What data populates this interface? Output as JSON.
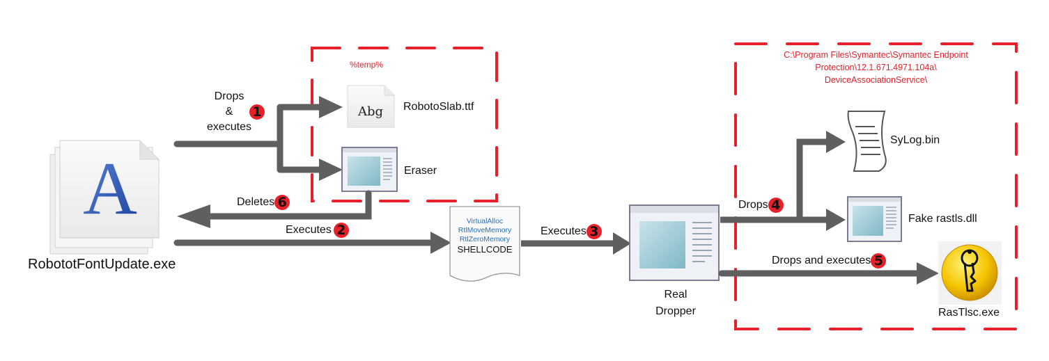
{
  "colors": {
    "arrow": "#5f5f5f",
    "dashed_box": "#e8202a",
    "badge": "#e8202a",
    "api_text": "#2a6ebd",
    "path_text": "#e8202a"
  },
  "nodes": {
    "main_exe": {
      "label": "RobototFontUpdate.exe",
      "icon": "font-file-stack-icon"
    },
    "font_file": {
      "label": "RobotoSlab.ttf",
      "icon_text": "Abg",
      "icon": "font-file-icon"
    },
    "eraser": {
      "label": "Eraser",
      "icon": "application-window-icon"
    },
    "shellcode": {
      "apis": [
        "VirtualAlloc",
        "RtlMoveMemory",
        "RtlZeroMemory"
      ],
      "label": "SHELLCODE",
      "icon": "document-icon"
    },
    "real_dropper": {
      "label_line1": "Real",
      "label_line2": "Dropper",
      "icon": "application-window-icon"
    },
    "sylog": {
      "label": "SyLog.bin",
      "icon": "scroll-document-icon"
    },
    "fake_dll": {
      "label": "Fake rastls.dll",
      "icon": "application-window-icon"
    },
    "rastlsc": {
      "label": "RasTlsc.exe",
      "icon": "key-icon"
    }
  },
  "containers": {
    "temp": {
      "label": "%temp%"
    },
    "symantec": {
      "label_lines": [
        "C:\\Program Files\\Symantec\\Symantec Endpoint",
        "Protection\\12.1.671.4971.104a\\",
        "DeviceAssociationService\\"
      ]
    }
  },
  "edges": [
    {
      "step": "1",
      "label_lines": [
        "Drops",
        "&",
        "executes"
      ],
      "from": "RobototFontUpdate.exe",
      "to": [
        "RobotoSlab.ttf",
        "Eraser"
      ]
    },
    {
      "step": "2",
      "label": "Executes",
      "from": "RobototFontUpdate.exe",
      "to": "SHELLCODE"
    },
    {
      "step": "3",
      "label": "Executes",
      "from": "SHELLCODE",
      "to": "Real Dropper"
    },
    {
      "step": "4",
      "label": "Drops",
      "from": "Real Dropper",
      "to": [
        "SyLog.bin",
        "Fake rastls.dll"
      ]
    },
    {
      "step": "5",
      "label": "Drops and executes",
      "from": "Real Dropper",
      "to": "RasTlsc.exe"
    },
    {
      "step": "6",
      "label": "Deletes",
      "from": "Eraser",
      "to": "RobototFontUpdate.exe"
    }
  ]
}
